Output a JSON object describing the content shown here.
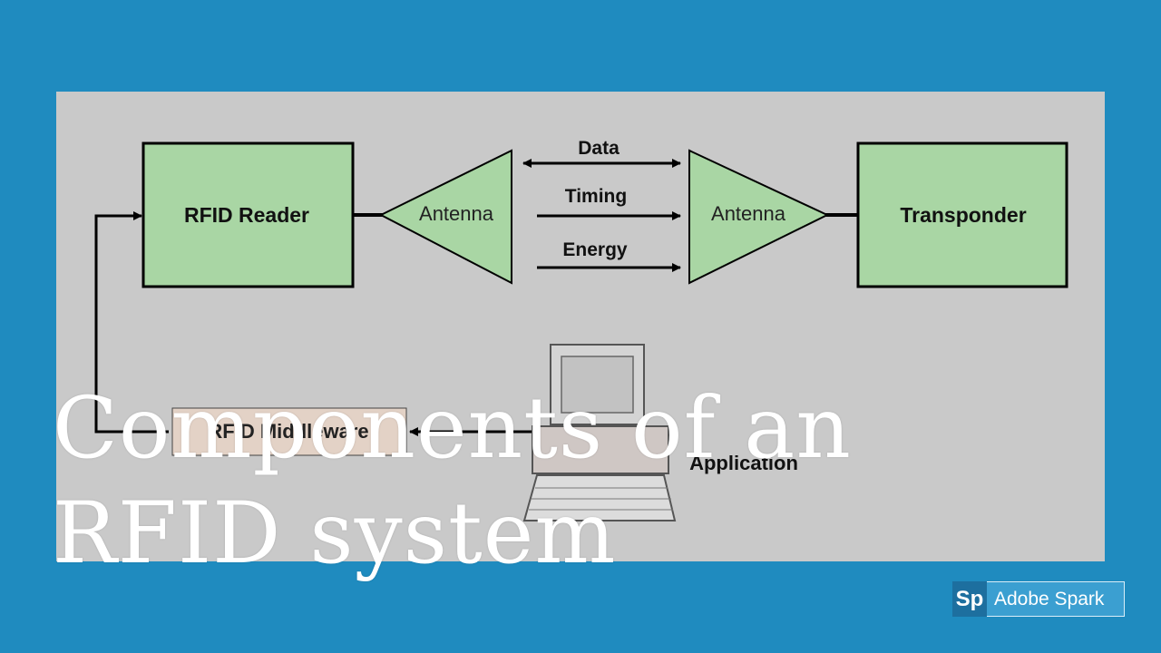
{
  "diagram": {
    "reader": "RFID Reader",
    "antenna_left": "Antenna",
    "antenna_right": "Antenna",
    "transponder": "Transponder",
    "signals": {
      "data": "Data",
      "timing": "Timing",
      "energy": "Energy"
    },
    "middleware": "RFID Middleware",
    "application": "Application"
  },
  "title": {
    "line1": "Components of an",
    "line2": "RFID system"
  },
  "brand": {
    "logo": "Sp",
    "name": "Adobe Spark"
  },
  "colors": {
    "background": "#1f8bbf",
    "panel": "#c9c9c9",
    "box_fill": "#a9d6a4"
  }
}
